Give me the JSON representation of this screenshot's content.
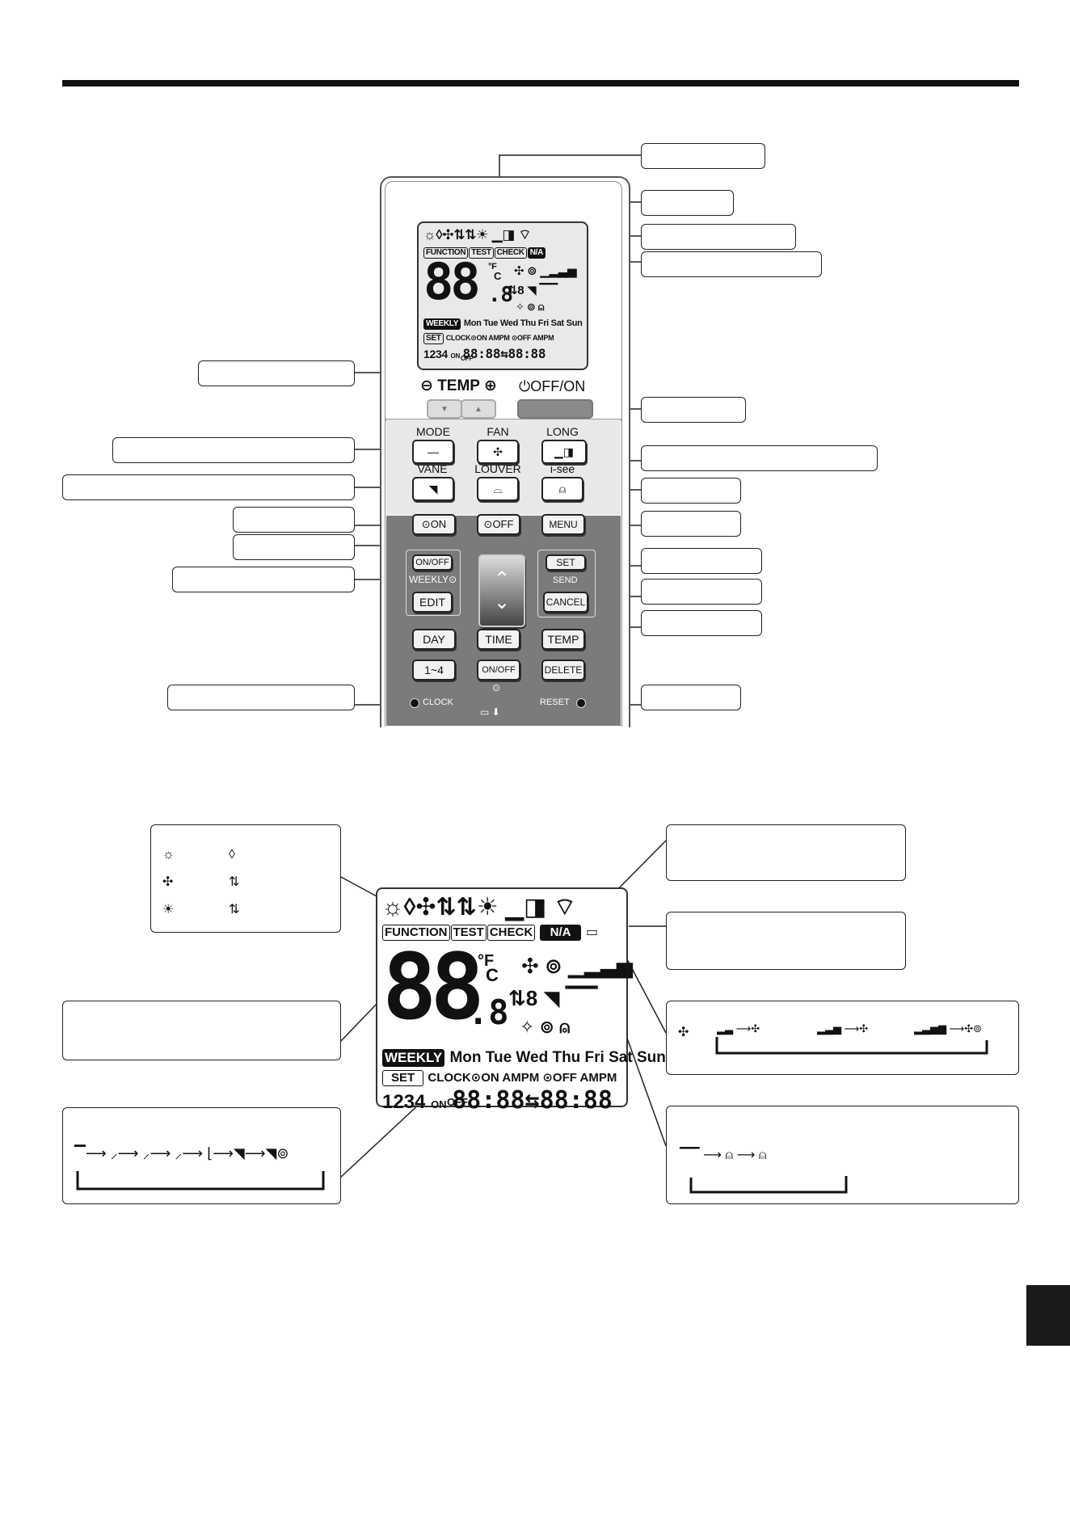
{
  "remote": {
    "lcd": {
      "tags": [
        "FUNCTION",
        "TEST",
        "CHECK",
        "N/A"
      ],
      "big_digits": "88",
      "small_digit": ".8",
      "unit_f": "°F",
      "unit_c": "C",
      "days_tag": "WEEKLY",
      "days": "Mon Tue Wed Thu Fri Sat Sun",
      "set_tag": "SET",
      "clock_row": "CLOCK⊙ON AMPM ⊙OFF AMPM",
      "program_no": "1234",
      "on_label": "ON",
      "off_label": "OFF",
      "time_display": "88:88⇆88:88"
    },
    "temp_label": "TEMP",
    "offon_label": "OFF/ON",
    "buttons": {
      "mode": "MODE",
      "fan": "FAN",
      "long": "LONG",
      "vane": "VANE",
      "louver": "LOUVER",
      "isee": "i-see",
      "on_timer": "⊙ON",
      "off_timer": "⊙OFF",
      "menu": "MENU",
      "onoff": "ON/OFF",
      "weekly": "WEEKLY⊙",
      "edit": "EDIT",
      "set": "SET",
      "send": "SEND",
      "cancel": "CANCEL",
      "day": "DAY",
      "time": "TIME",
      "temp": "TEMP",
      "one_four": "1~4",
      "onoff2": "ON/OFF",
      "delete": "DELETE",
      "clock": "CLOCK",
      "reset": "RESET"
    }
  },
  "display": {
    "tags": [
      "FUNCTION",
      "TEST",
      "CHECK",
      "N/A"
    ],
    "big_digits": "88",
    "small_digit": ".8",
    "unit_f": "°F",
    "unit_c": "C",
    "weekly": "WEEKLY",
    "days": "Mon Tue Wed Thu Fri Sat Sun",
    "set": "SET",
    "clock_row": "CLOCK⊙ON AMPM ⊙OFF AMPM",
    "program_no": "1234",
    "on_label": "ON",
    "off_label": "OFF",
    "time_display": "88:88⇆88:88"
  },
  "colors": {
    "ink": "#111111",
    "panel": "#7b7b7b",
    "lcd": "#e9e9e9"
  }
}
